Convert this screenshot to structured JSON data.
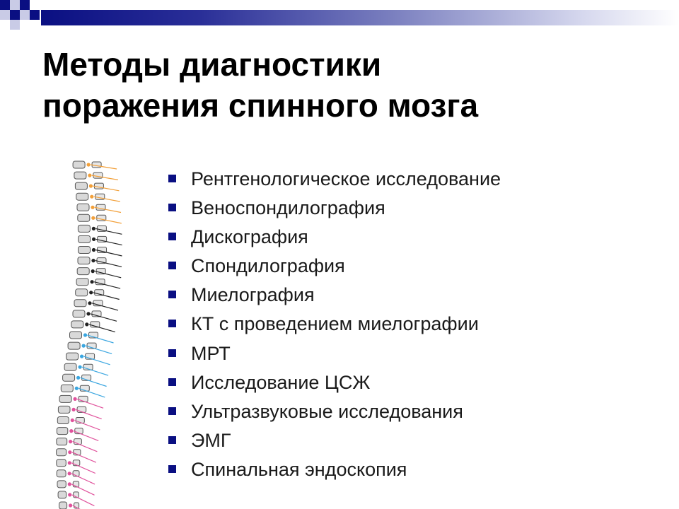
{
  "slide": {
    "title_lines": [
      "Методы диагностики",
      "поражения спинного мозга"
    ],
    "image_alt": "spine-illustration",
    "methods": [
      "Рентгенологическое исследование",
      "Веноспондилография",
      "Дискография",
      "Спондилография",
      "Миелография",
      "КТ с проведением миелографии",
      "МРТ",
      "Исследование ЦСЖ",
      "Ультразвуковые исследования",
      "ЭМГ",
      "Спинальная эндоскопия"
    ]
  },
  "colors": {
    "band_dark": "#0a0f82",
    "bullet": "#0a0f82",
    "cervical": "#f2a03a",
    "thoracic": "#222222",
    "lumbar": "#3aa6e0",
    "sacral": "#e0529c"
  }
}
